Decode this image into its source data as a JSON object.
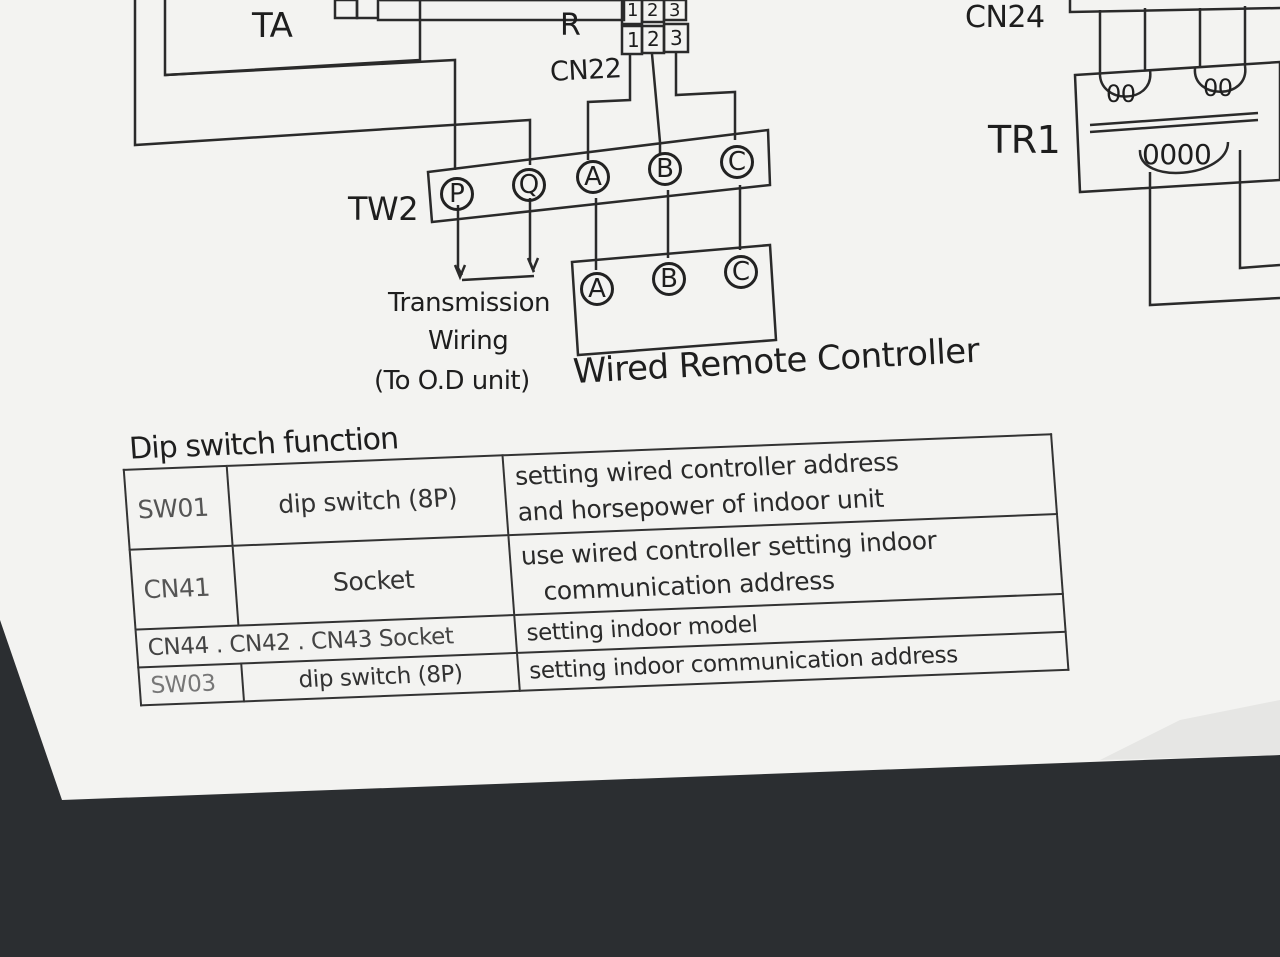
{
  "diagram": {
    "labels": {
      "ta": "TA",
      "r": "R",
      "cn22": "CN22",
      "cn24": "CN24",
      "tr1": "TR1",
      "tw2": "TW2",
      "connector_pins_top": [
        "1",
        "2",
        "3"
      ],
      "connector_pins_bottom": [
        "1",
        "2",
        "3"
      ],
      "tw2_terminals": [
        "P",
        "Q",
        "A",
        "B",
        "C"
      ],
      "controller_terminals": [
        "A",
        "B",
        "C"
      ],
      "transmission_line1": "Transmission",
      "transmission_line2": "Wiring",
      "transmission_line3": "(To O.D unit)",
      "wired_remote_controller": "Wired Remote Controller",
      "coil_top_left": "00",
      "coil_top_right": "00",
      "coil_bottom": "0000"
    }
  },
  "dip_table": {
    "title": "Dip switch function",
    "rows": [
      {
        "code": "SW01",
        "type": "dip switch (8P)",
        "desc1": "setting wired controller address",
        "desc2": "and  horsepower of indoor unit"
      },
      {
        "code": "CN41",
        "type": "Socket",
        "desc1": "use wired controller setting indoor",
        "desc2": "communication address"
      },
      {
        "code": "CN44 . CN42 . CN43 Socket",
        "desc1": "setting indoor model"
      },
      {
        "code": "SW03",
        "type": "dip switch (8P)",
        "desc1": "setting indoor communication address"
      }
    ]
  },
  "colors": {
    "paper": "#f3f3f1",
    "ink": "#222222",
    "background": "#2b2e31"
  }
}
